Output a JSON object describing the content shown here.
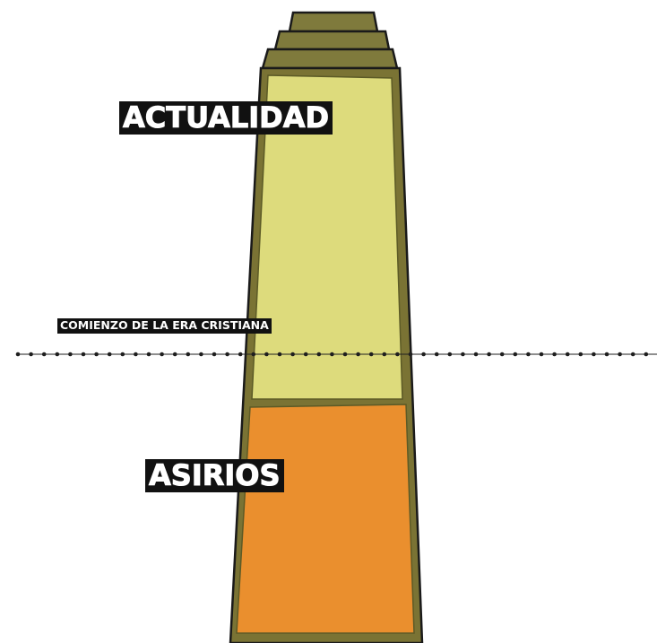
{
  "labels": {
    "top": "Actualidad",
    "middle": "Comienzo de la era cristiana",
    "bottom": "ASIRIOS"
  },
  "colors": {
    "background": "#ffffff",
    "outline": "#7a7334",
    "cap": "#7f7a3c",
    "upper_layer": "#dddb7c",
    "lower_layer": "#ea8f2e",
    "label_bg": "#111111",
    "label_text": "#ffffff",
    "dotted_line": "#1f1f1f"
  },
  "layers": [
    {
      "name": "Actualidad",
      "color_key": "upper_layer"
    },
    {
      "name": "ASIRIOS",
      "color_key": "lower_layer"
    }
  ]
}
